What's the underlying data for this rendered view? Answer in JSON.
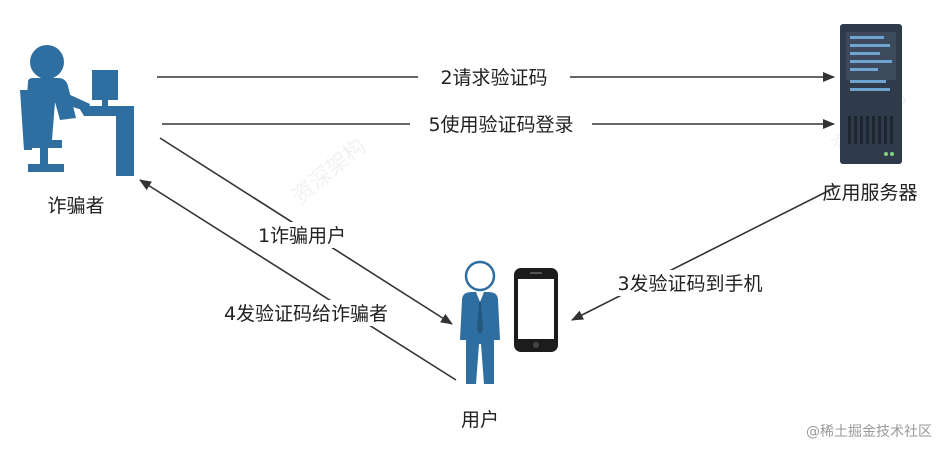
{
  "nodes": {
    "scammer": {
      "label": "诈骗者"
    },
    "server": {
      "label": "应用服务器"
    },
    "user": {
      "label": "用户"
    }
  },
  "edges": [
    {
      "id": "edge-2",
      "label": "2请求验证码"
    },
    {
      "id": "edge-5",
      "label": "5使用验证码登录"
    },
    {
      "id": "edge-1",
      "label": "1诈骗用户"
    },
    {
      "id": "edge-3",
      "label": "3发验证码到手机"
    },
    {
      "id": "edge-4",
      "label": "4发验证码给诈骗者"
    }
  ],
  "watermark": {
    "text": "@稀土掘金技术社区",
    "faint": "资深架构"
  },
  "colors": {
    "figure": "#2e6ea0",
    "figure_dark": "#23577f",
    "server": "#2f3a4a",
    "arrow": "#333333"
  }
}
